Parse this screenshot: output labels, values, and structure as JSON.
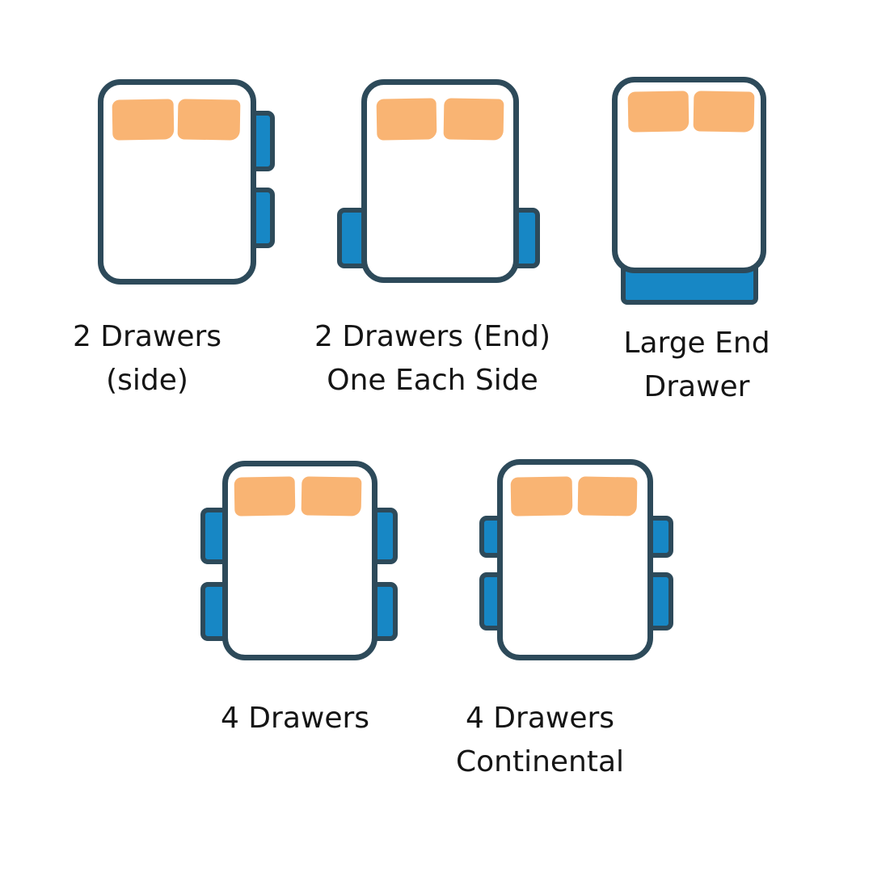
{
  "title": "Bed drawer configuration diagram",
  "colors": {
    "outline": "#2d4a5a",
    "drawer_blue": "#1787c5",
    "pillow_orange": "#f9b473",
    "bed_fill": "#ffffff",
    "background": "#ffffff",
    "label_text": "#151515"
  },
  "figures": [
    {
      "id": "two-drawers-side",
      "drawer_count": 2,
      "drawer_position": "right side",
      "label_lines": [
        "2 Drawers",
        "(side)"
      ]
    },
    {
      "id": "two-drawers-end-one-each-side",
      "drawer_count": 2,
      "drawer_position": "one each side near foot end",
      "label_lines": [
        "2 Drawers (End)",
        "One Each Side"
      ]
    },
    {
      "id": "large-end-drawer",
      "drawer_count": 1,
      "drawer_position": "foot end",
      "label_lines": [
        "Large End",
        "Drawer"
      ]
    },
    {
      "id": "four-drawers",
      "drawer_count": 4,
      "drawer_position": "two each side",
      "label_lines": [
        "4 Drawers"
      ]
    },
    {
      "id": "four-drawers-continental",
      "drawer_count": 4,
      "drawer_position": "two each side, shorter top drawers",
      "label_lines": [
        "4 Drawers",
        "Continental"
      ]
    }
  ]
}
